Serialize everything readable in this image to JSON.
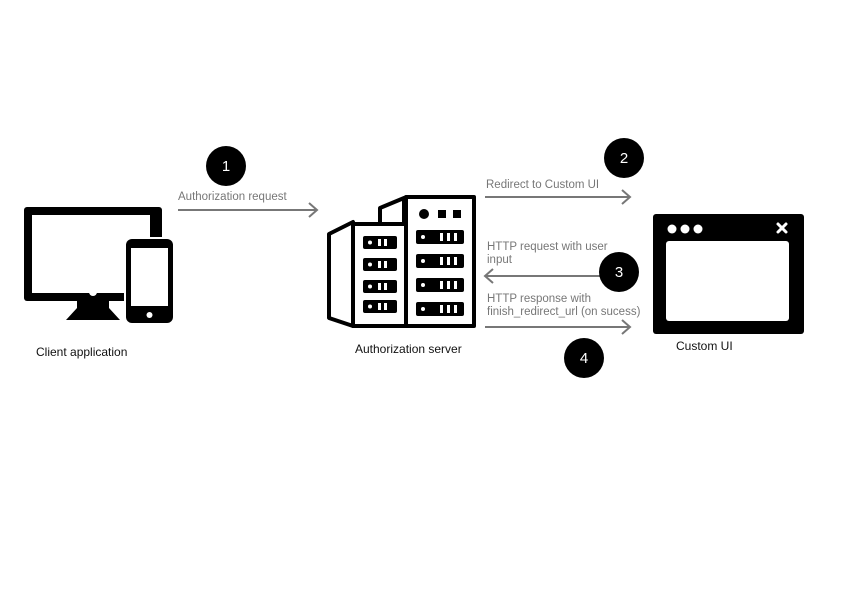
{
  "nodes": {
    "client": {
      "label": "Client application"
    },
    "auth_server": {
      "label": "Authorization server"
    },
    "custom_ui": {
      "label": "Custom UI"
    }
  },
  "steps": [
    {
      "number": "1",
      "label": "Authorization request",
      "direction": "right"
    },
    {
      "number": "2",
      "label": "Redirect to Custom UI",
      "direction": "right"
    },
    {
      "number": "3",
      "label_line1": "HTTP request with user",
      "label_line2": "input",
      "direction": "left"
    },
    {
      "number": "4",
      "label_line1": "HTTP response with",
      "label_line2": "finish_redirect_url (on sucess)",
      "direction": "right"
    }
  ],
  "colors": {
    "arrow": "#777777",
    "icon": "#000000",
    "badge": "#000000"
  }
}
